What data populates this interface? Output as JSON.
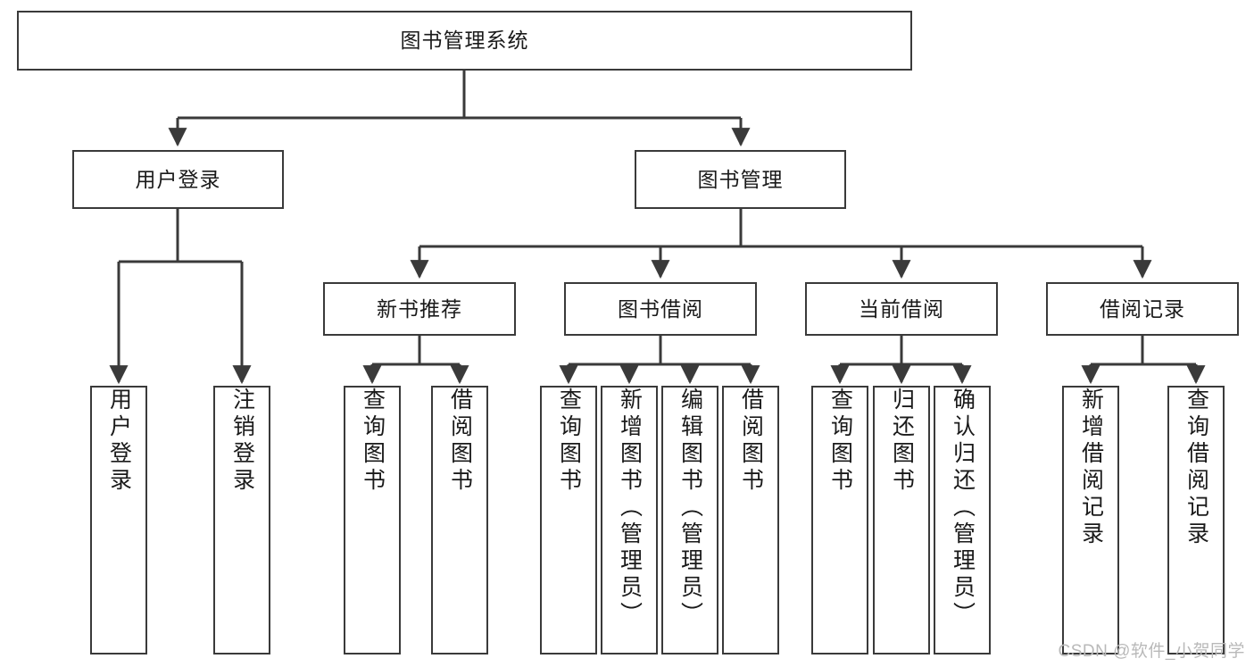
{
  "diagram": {
    "title": "图书管理系统",
    "type": "tree-hierarchy",
    "root": {
      "id": "root",
      "label": "图书管理系统"
    },
    "level2": [
      {
        "id": "user-login",
        "label": "用户登录"
      },
      {
        "id": "book-manage",
        "label": "图书管理"
      }
    ],
    "level3": [
      {
        "id": "new-book-rec",
        "label": "新书推荐",
        "parent": "book-manage"
      },
      {
        "id": "book-borrow",
        "label": "图书借阅",
        "parent": "book-manage"
      },
      {
        "id": "current-borrow",
        "label": "当前借阅",
        "parent": "book-manage"
      },
      {
        "id": "borrow-record",
        "label": "借阅记录",
        "parent": "book-manage"
      }
    ],
    "leaves": [
      {
        "id": "leaf-user-login",
        "label": "用户登录",
        "parent": "user-login"
      },
      {
        "id": "leaf-user-logout",
        "label": "注销登录",
        "parent": "user-login"
      },
      {
        "id": "leaf-query-book-1",
        "label": "查询图书",
        "parent": "new-book-rec"
      },
      {
        "id": "leaf-borrow-book-1",
        "label": "借阅图书",
        "parent": "new-book-rec"
      },
      {
        "id": "leaf-query-book-2",
        "label": "查询图书",
        "parent": "book-borrow"
      },
      {
        "id": "leaf-add-book",
        "label": "新增图书（管理员）",
        "parent": "book-borrow"
      },
      {
        "id": "leaf-edit-book",
        "label": "编辑图书（管理员）",
        "parent": "book-borrow"
      },
      {
        "id": "leaf-borrow-book-2",
        "label": "借阅图书",
        "parent": "book-borrow"
      },
      {
        "id": "leaf-query-book-3",
        "label": "查询图书",
        "parent": "current-borrow"
      },
      {
        "id": "leaf-return-book",
        "label": "归还图书",
        "parent": "current-borrow"
      },
      {
        "id": "leaf-confirm-return",
        "label": "确认归还（管理员）",
        "parent": "current-borrow"
      },
      {
        "id": "leaf-add-record",
        "label": "新增借阅记录",
        "parent": "borrow-record"
      },
      {
        "id": "leaf-query-record",
        "label": "查询借阅记录",
        "parent": "borrow-record"
      }
    ]
  },
  "watermark": {
    "text": "CSDN @软件_小贺同学"
  },
  "colors": {
    "stroke": "#3a3a3a",
    "background": "#ffffff",
    "text": "#1a1a1a",
    "watermark": "#b9b9b9"
  }
}
